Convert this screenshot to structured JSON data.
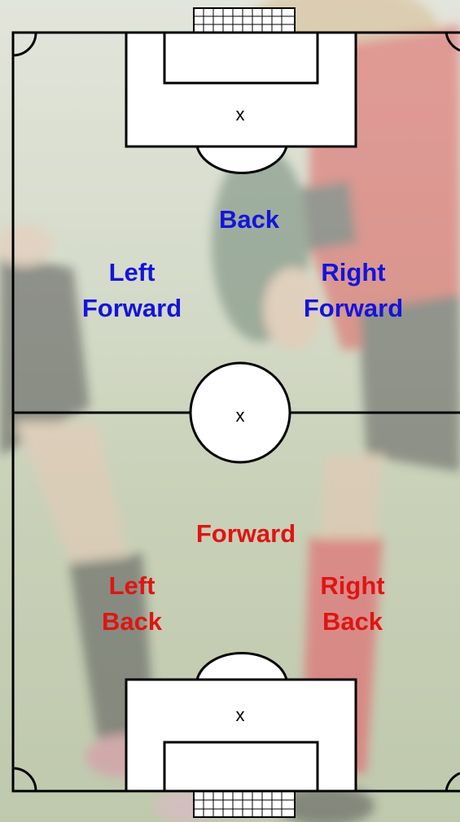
{
  "colors": {
    "team_top": "#1414dc",
    "team_bottom": "#e01414",
    "lines": "#000000",
    "boxes": "#ffffff"
  },
  "marks": {
    "top_penalty_spot": "x",
    "center_spot": "x",
    "bottom_penalty_spot": "x"
  },
  "top_team": {
    "back": "Back",
    "left_forward": [
      "Left",
      "Forward"
    ],
    "right_forward": [
      "Right",
      "Forward"
    ]
  },
  "bottom_team": {
    "forward": "Forward",
    "left_back": [
      "Left",
      "Back"
    ],
    "right_back": [
      "Right",
      "Back"
    ]
  }
}
